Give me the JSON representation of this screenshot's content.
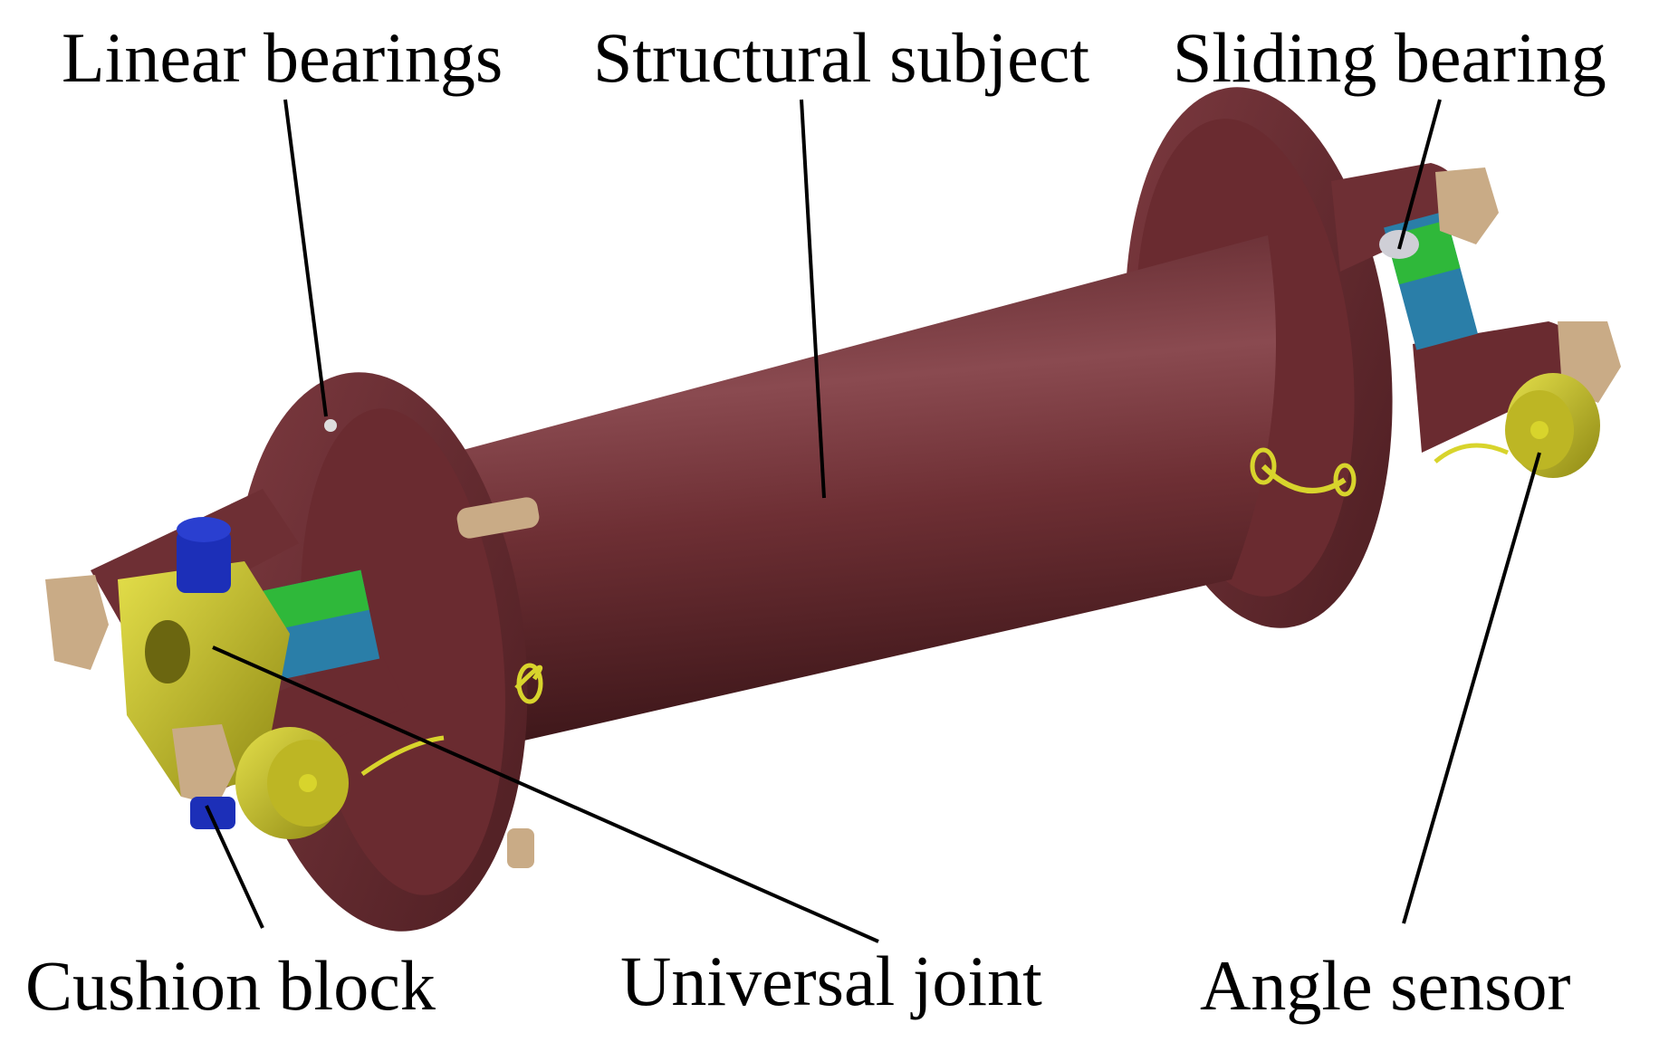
{
  "labels": {
    "linear_bearings": "Linear bearings",
    "structural_subject": "Structural subject",
    "sliding_bearing": "Sliding bearing",
    "cushion_block": "Cushion block",
    "universal_joint": "Universal joint",
    "angle_sensor": "Angle sensor"
  },
  "colors": {
    "body": "#6e2f34",
    "body_highlight": "#8f4a50",
    "body_shadow": "#4a1c20",
    "yoke_yellow": "#c9c22a",
    "bolt_tan": "#c9ab86",
    "cap_blue": "#1c2fb8",
    "bearing_green": "#2fb83a",
    "bearing_teal": "#2a7ea8",
    "wire_yellow": "#d8d42c",
    "leader": "#000000"
  }
}
